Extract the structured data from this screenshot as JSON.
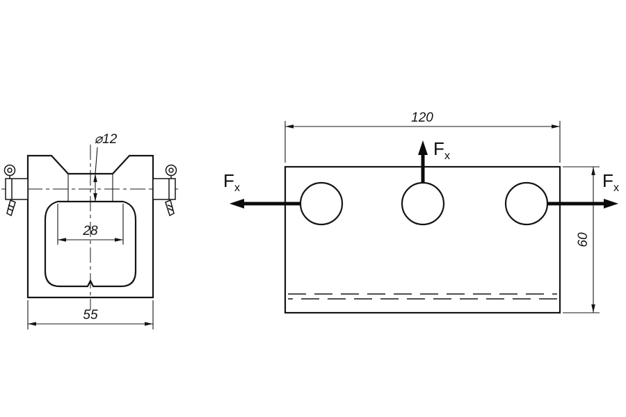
{
  "left_view": {
    "dim_bore": "⌀12",
    "dim_inner_width": "28",
    "dim_outer_width": "55"
  },
  "right_view": {
    "dim_length": "120",
    "dim_height": "60"
  },
  "force_label": {
    "main": "F",
    "sub": "x"
  },
  "colors": {
    "line": "#141414",
    "background": "#ffffff"
  }
}
